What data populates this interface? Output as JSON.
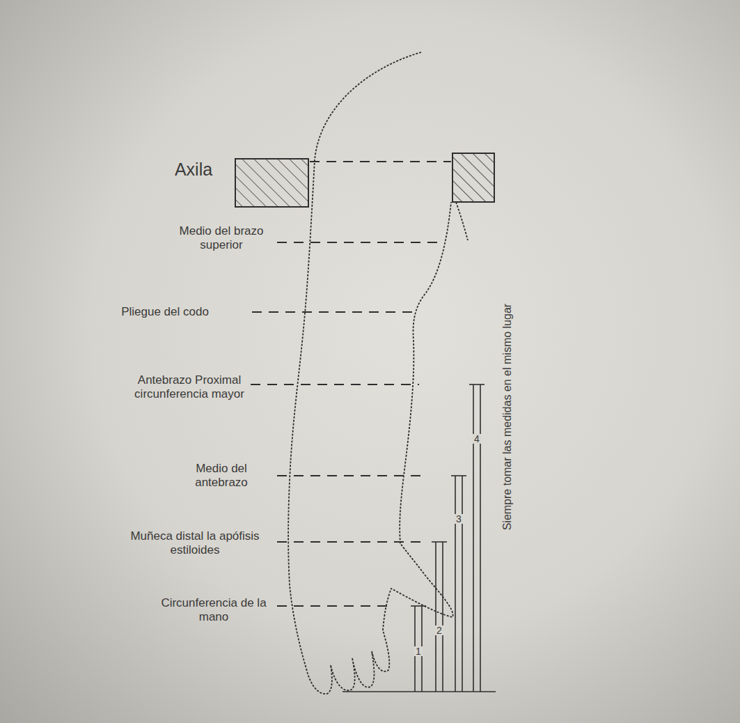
{
  "diagram": {
    "labels": [
      "Axila",
      "Medio del brazo superior",
      "Pliegue del codo",
      "Antebrazo Proximal circunferencia mayor",
      "Medio del antebrazo",
      "Muñeca distal la apófisis estiloides",
      "Circunferencia de la mano",
      "1",
      "2",
      "3",
      "4",
      "Siempre tomar las medidas en el mismo lugar"
    ]
  }
}
